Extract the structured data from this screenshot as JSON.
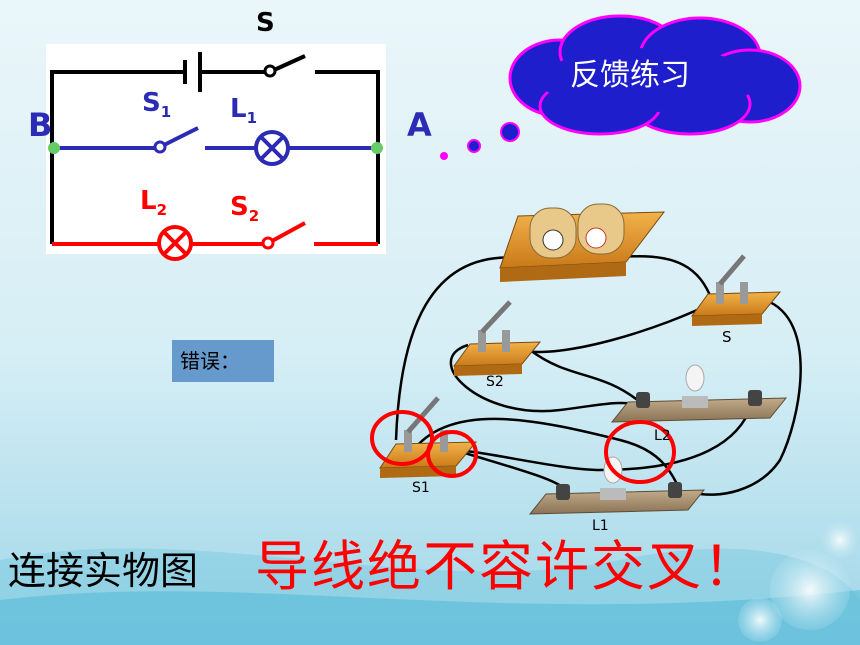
{
  "cloud": {
    "label": "反馈练习"
  },
  "schematic": {
    "switch_s": "S",
    "s1": "S",
    "s1_sub": "1",
    "l1": "L",
    "l1_sub": "1",
    "l2": "L",
    "l2_sub": "2",
    "s2": "S",
    "s2_sub": "2",
    "node_a": "A",
    "node_b": "B"
  },
  "physical": {
    "label_s": "S",
    "label_s2": "S2",
    "label_s1": "S1",
    "label_l2": "L2",
    "label_l1": "L1"
  },
  "error_box": {
    "label": "错误："
  },
  "caption": {
    "black": "连接实物图",
    "red": "导线绝不容许交叉！"
  },
  "colors": {
    "wire_black": "#000000",
    "wire_blue": "#2b2bb5",
    "wire_red": "#ff0000",
    "cloud_fill": "#1e1ecc",
    "cloud_edge": "#ff00ff",
    "board": "#e39a2e"
  }
}
